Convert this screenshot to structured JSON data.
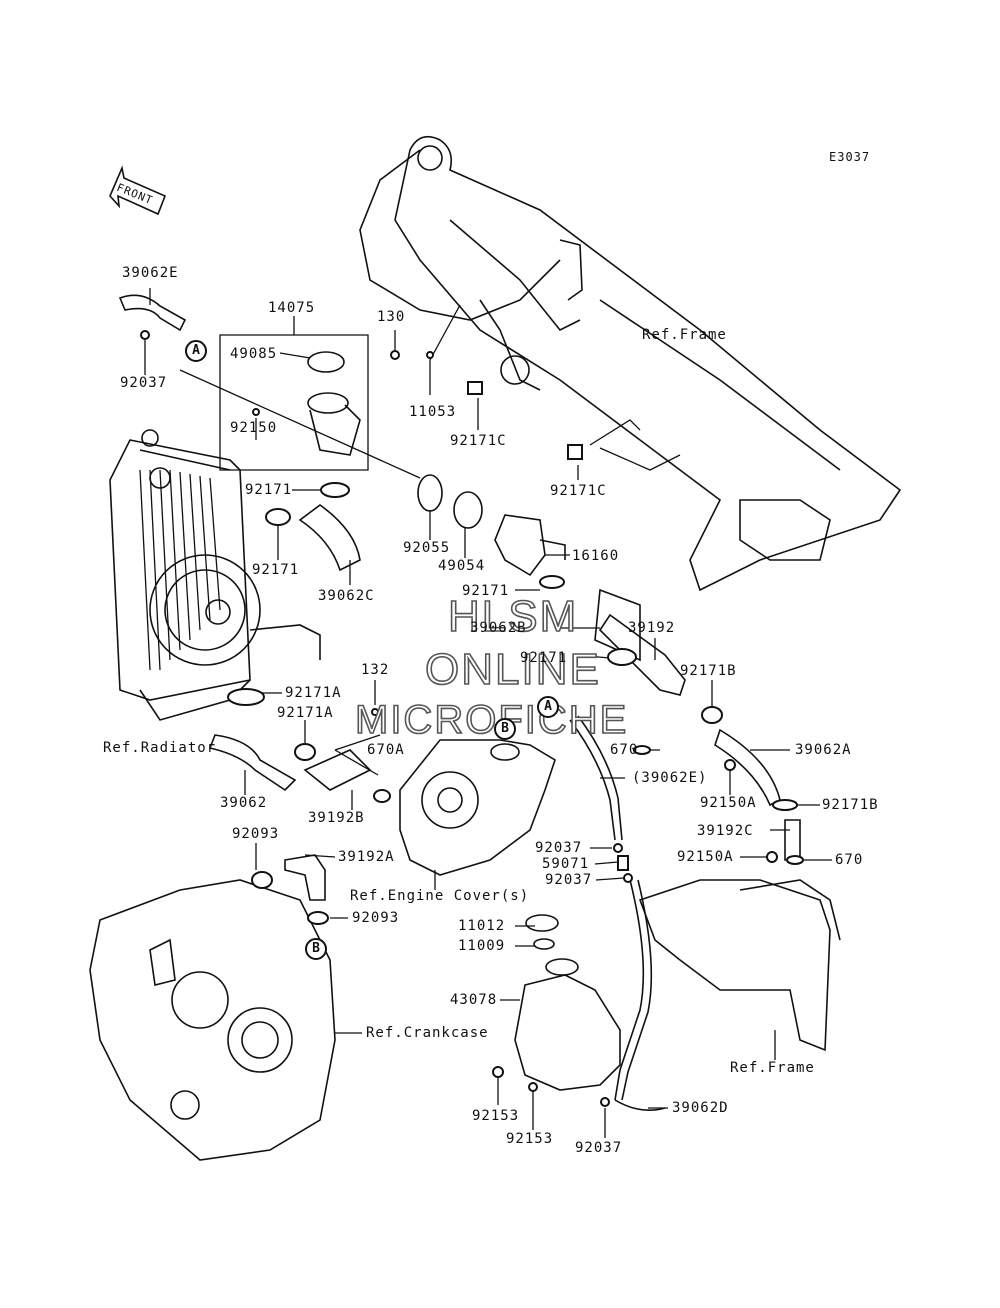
{
  "diagram_code": "E3037",
  "front_arrow": "FRONT",
  "watermark": {
    "line1": "HLSM",
    "line2": "ONLINE",
    "line3": "MICROFICHE"
  },
  "callouts": {
    "a": "A",
    "b": "B"
  },
  "labels": {
    "l39062E": "39062E",
    "l92037_top": "92037",
    "l14075": "14075",
    "l49085": "49085",
    "l130": "130",
    "l11053": "11053",
    "l92171C_1": "92171C",
    "l92171C_2": "92171C",
    "ref_frame_top": "Ref.Frame",
    "l92150": "92150",
    "l92171_a": "92171",
    "l92171_b": "92171",
    "l92055": "92055",
    "l49054": "49054",
    "l16160": "16160",
    "l39062C": "39062C",
    "l92171_c": "92171",
    "l39062B": "39062B",
    "l92171_d": "92171",
    "l39192": "39192",
    "l92171B_1": "92171B",
    "l132": "132",
    "l92171A_1": "92171A",
    "l92171A_2": "92171A",
    "ref_radiator": "Ref.Radiator",
    "l670A": "670A",
    "l670_1": "670",
    "l39062A": "39062A",
    "l39062E_paren": "(39062E)",
    "l39062": "39062",
    "l39192B": "39192B",
    "l92150A_1": "92150A",
    "l92171B_2": "92171B",
    "l39192C": "39192C",
    "l92093_1": "92093",
    "l39192A": "39192A",
    "l92037_2": "92037",
    "l59071": "59071",
    "l92037_3": "92037",
    "l92150A_2": "92150A",
    "l670_2": "670",
    "ref_engine_cover": "Ref.Engine Cover(s)",
    "l92093_2": "92093",
    "l11012": "11012",
    "l11009": "11009",
    "l43078": "43078",
    "ref_crankcase": "Ref.Crankcase",
    "ref_frame_bottom": "Ref.Frame",
    "l92153_1": "92153",
    "l39062D": "39062D",
    "l92153_2": "92153",
    "l92037_4": "92037"
  }
}
